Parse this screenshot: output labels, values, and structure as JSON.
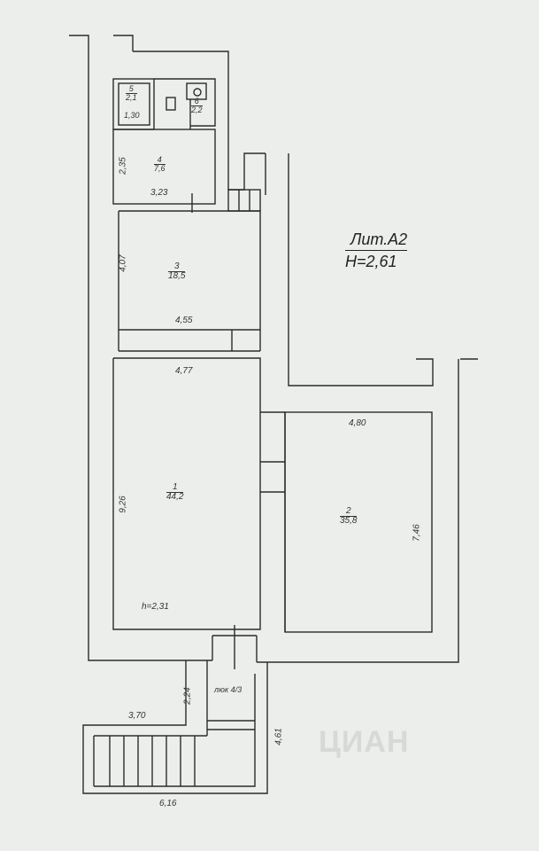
{
  "plan": {
    "litera": "Лит.А2",
    "height": "Н=2,61",
    "watermark": "ЦИАН"
  },
  "rooms": [
    {
      "id": "1",
      "area": "44,2",
      "height": "h=2,31"
    },
    {
      "id": "2",
      "area": "35,8"
    },
    {
      "id": "3",
      "area": "18,5"
    },
    {
      "id": "4",
      "area": "7,6"
    },
    {
      "id": "5",
      "area": "2,1"
    },
    {
      "id": "6",
      "area": "2,2"
    }
  ],
  "dimensions": {
    "d_130": "1,30",
    "d_235": "2,35",
    "d_323": "3,23",
    "d_407": "4,07",
    "d_455": "4,55",
    "d_477": "4,77",
    "d_926": "9,26",
    "d_480": "4,80",
    "d_746": "7,46",
    "d_224": "2,24",
    "d_370": "3,70",
    "d_461": "4,61",
    "d_616": "6,16"
  },
  "stair_note": "люк 4/3"
}
